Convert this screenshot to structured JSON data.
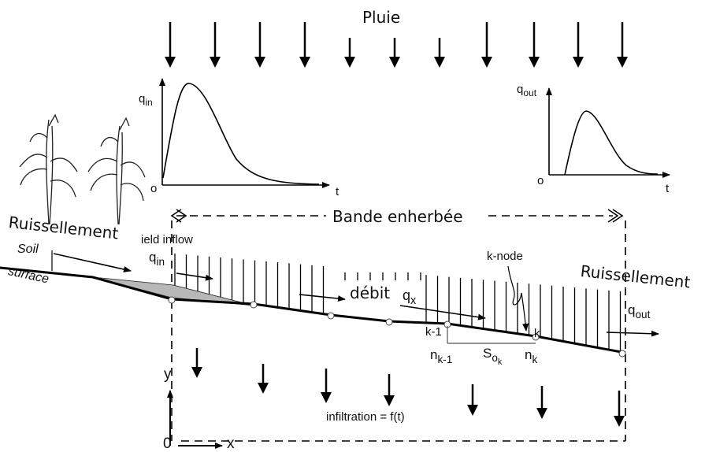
{
  "title": "Pluie",
  "strip_label": "Bande enherbée",
  "runoff_left": "Ruissellement",
  "runoff_right": "Ruissellement",
  "discharge_label": "débit",
  "soil_label": "Soil",
  "surface_label": "surface",
  "field_inflow": "ield inflow",
  "knode_label": "k-node",
  "infiltration_label": "infiltration = f(t)",
  "inflow_graph": {
    "ylabel": "q",
    "ylabel_sub": "in",
    "origin": "o",
    "xlabel": "t"
  },
  "outflow_graph": {
    "ylabel": "q",
    "ylabel_sub": "out",
    "origin": "o",
    "xlabel": "t"
  },
  "q_in": {
    "base": "q",
    "sub": "in"
  },
  "q_x": {
    "base": "q",
    "sub": "x"
  },
  "q_out": {
    "base": "q",
    "sub": "out"
  },
  "node_prev": "k-1",
  "node_k": "k",
  "n_prev": {
    "base": "n",
    "sub": "k-1"
  },
  "n_k": {
    "base": "n",
    "sub": "k"
  },
  "slope": {
    "base": "S",
    "sub": "o",
    "sub2": "k"
  },
  "axis": {
    "y": "y",
    "x": "x",
    "origin": "0"
  }
}
